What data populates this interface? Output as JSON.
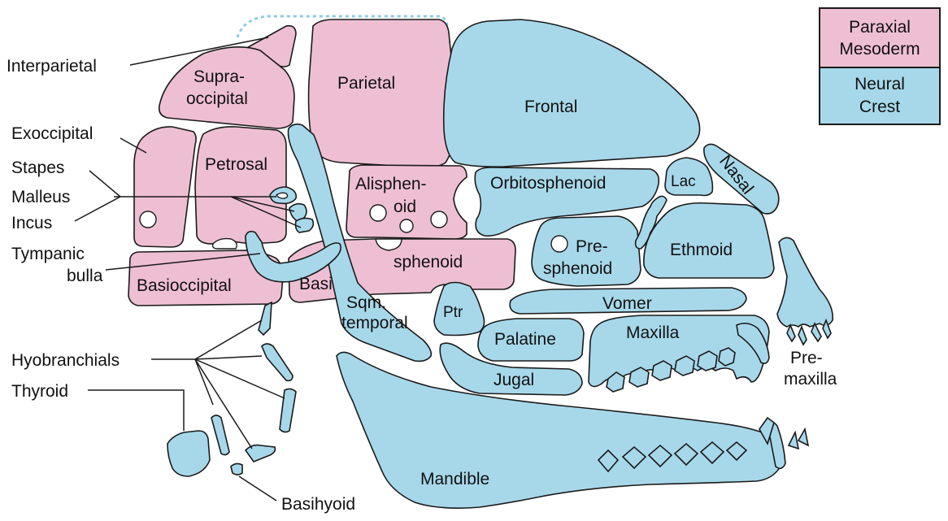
{
  "bones": {
    "interparietal": "Interparietal",
    "supraoccipital": [
      "Supra-",
      "occipital"
    ],
    "parietal": "Parietal",
    "frontal": "Frontal",
    "exoccipital": "Exoccipital",
    "petrosal": "Petrosal",
    "stapes": "Stapes",
    "malleus": "Malleus",
    "incus": "Incus",
    "tympanic_bulla": [
      "Tympanic",
      "bulla"
    ],
    "alisphenoid": [
      "Alisphen-",
      "oid"
    ],
    "orbitosphenoid": "Orbitosphenoid",
    "lacrimal": "Lac",
    "nasal": "Nasal",
    "presphenoid": [
      "Pre-",
      "sphenoid"
    ],
    "ethmoid": "Ethmoid",
    "basioccipital": "Basioccipital",
    "basisphenoid": [
      "Basi",
      "sphenoid"
    ],
    "squamosal": [
      "Sqm.",
      "temporal"
    ],
    "pterygoid": "Ptr",
    "vomer": "Vomer",
    "palatine": "Palatine",
    "maxilla": "Maxilla",
    "premaxilla": [
      "Pre-",
      "maxilla"
    ],
    "jugal": "Jugal",
    "mandible": "Mandible",
    "hyobranchials": "Hyobranchials",
    "thyroid": "Thyroid",
    "basihyoid": "Basihyoid"
  },
  "legend": {
    "paraxial": {
      "lines": [
        "Paraxial",
        "Mesoderm"
      ],
      "color": "#eebfd3"
    },
    "neural": {
      "lines": [
        "Neural",
        "Crest"
      ],
      "color": "#a7d8ea"
    }
  }
}
